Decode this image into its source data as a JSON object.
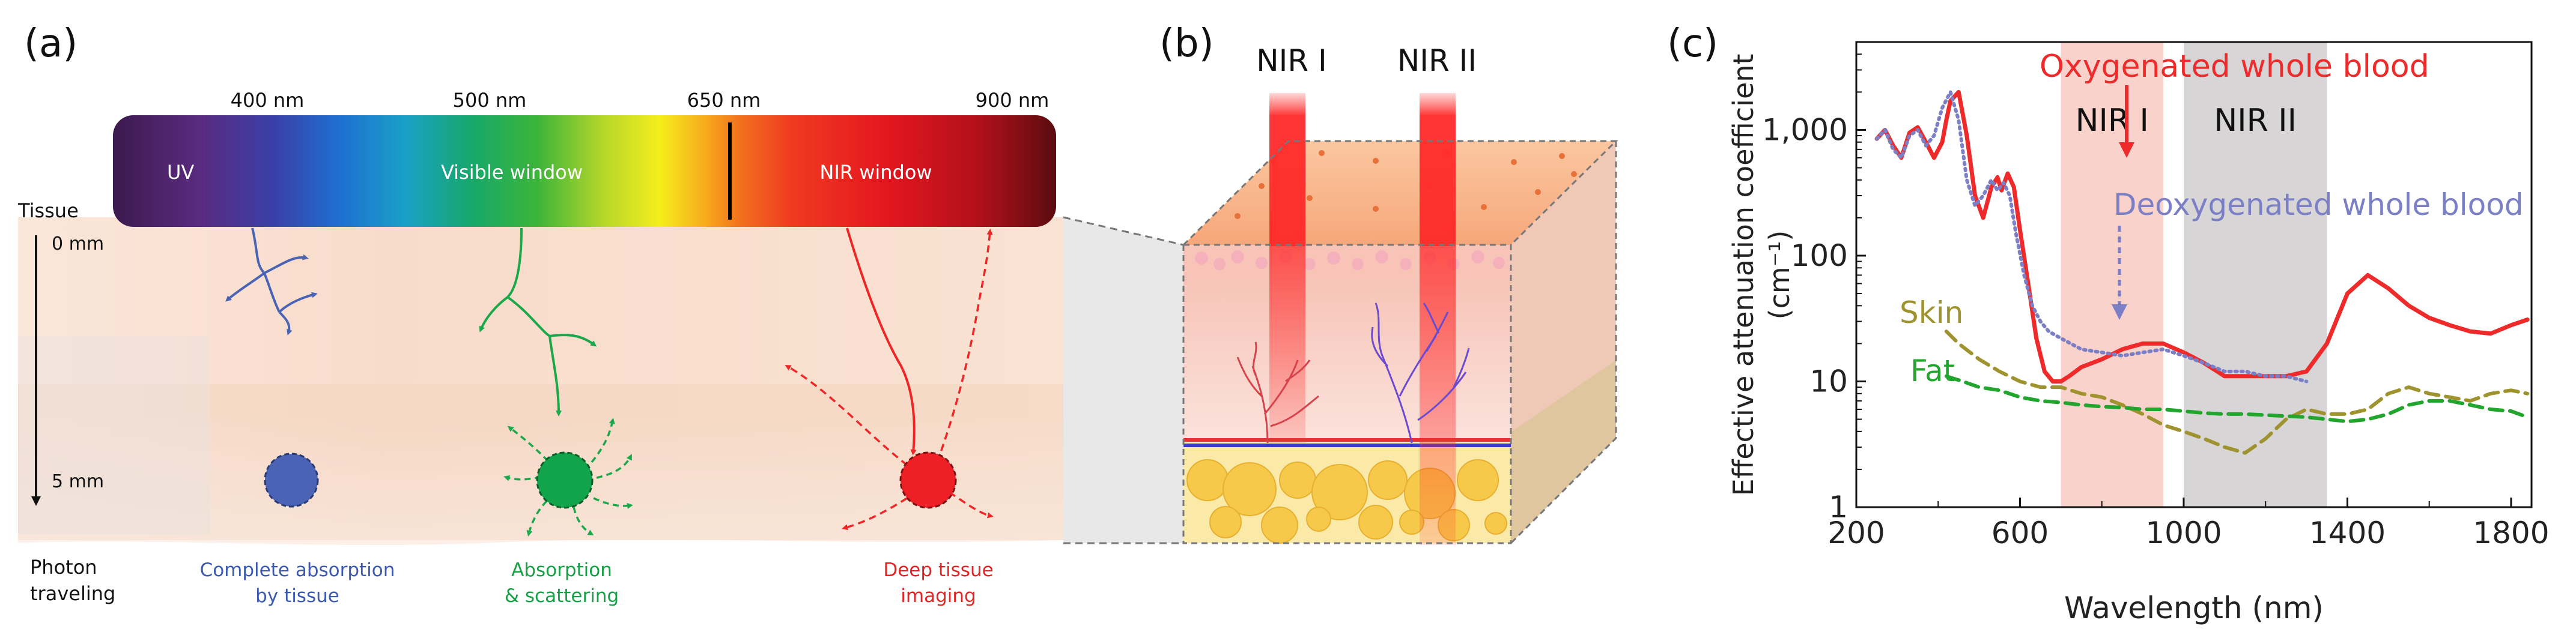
{
  "panel_a": {
    "label": "(a)",
    "wavelength_ticks": [
      "400 nm",
      "500 nm",
      "650 nm",
      "900 nm"
    ],
    "uv_label": "UV",
    "visible_label": "Visible window",
    "nir_label": "NIR window",
    "tissue_label": "Tissue",
    "depth_top": "0 mm",
    "depth_bottom": "5 mm",
    "photon_line1": "Photon",
    "photon_line2": "traveling",
    "cap_blue_1": "Complete absorption",
    "cap_blue_2": "by tissue",
    "cap_green_1": "Absorption",
    "cap_green_2": "& scattering",
    "cap_red_1": "Deep tissue",
    "cap_red_2": "imaging",
    "colors": {
      "blue": "#4a63b5",
      "green": "#1aa84a",
      "red": "#ee2626"
    }
  },
  "panel_b": {
    "label": "(b)",
    "beam1": "NIR I",
    "beam2": "NIR II"
  },
  "panel_c": {
    "label": "(c)",
    "ylabel_line1": "Effective attenuation coefficient",
    "ylabel_line2": "(cm⁻¹)",
    "xlabel": "Wavelength (nm)",
    "band1": "NIR I",
    "band2": "NIR II",
    "ann_oxy": "Oxygenated whole blood",
    "ann_deoxy": "Deoxygenated whole blood",
    "ann_skin": "Skin",
    "ann_fat": "Fat"
  },
  "chart_data": {
    "type": "line",
    "title": "",
    "xlabel": "Wavelength (nm)",
    "ylabel": "Effective attenuation coefficient (cm⁻¹)",
    "xlim": [
      200,
      1850
    ],
    "ylim": [
      1,
      5000
    ],
    "y_scale": "log",
    "x_ticks": [
      "200",
      "600",
      "1000",
      "1400",
      "1800"
    ],
    "y_ticks": [
      "1",
      "10",
      "100",
      "1,000"
    ],
    "bands": [
      {
        "name": "NIR I",
        "range": [
          700,
          950
        ],
        "color": "#f9d3cb"
      },
      {
        "name": "NIR II",
        "range": [
          1000,
          1350
        ],
        "color": "#d7d5d6"
      }
    ],
    "series": [
      {
        "name": "Oxygenated whole blood",
        "color": "#ee2a2a",
        "style": "solid",
        "x": [
          250,
          270,
          290,
          310,
          330,
          350,
          370,
          390,
          410,
          420,
          430,
          450,
          470,
          490,
          510,
          530,
          545,
          555,
          570,
          585,
          600,
          620,
          640,
          660,
          680,
          700,
          720,
          750,
          800,
          850,
          900,
          950,
          1000,
          1050,
          1100,
          1150,
          1200,
          1250,
          1300,
          1350,
          1400,
          1450,
          1500,
          1550,
          1600,
          1650,
          1700,
          1750,
          1800,
          1840
        ],
        "y": [
          850,
          1000,
          750,
          600,
          950,
          1050,
          800,
          600,
          800,
          1200,
          1700,
          2000,
          900,
          300,
          200,
          350,
          420,
          330,
          450,
          350,
          160,
          60,
          22,
          12,
          10,
          10,
          11,
          13,
          15,
          18,
          20,
          20,
          17,
          14,
          11,
          11,
          11,
          11,
          12,
          20,
          50,
          70,
          55,
          40,
          32,
          28,
          25,
          24,
          28,
          31
        ]
      },
      {
        "name": "Deoxygenated whole blood",
        "color": "#7b7fc5",
        "style": "dotted",
        "x": [
          250,
          270,
          290,
          310,
          330,
          350,
          370,
          390,
          410,
          430,
          450,
          470,
          490,
          510,
          530,
          545,
          560,
          575,
          590,
          610,
          630,
          650,
          670,
          700,
          750,
          800,
          850,
          900,
          950,
          1000,
          1050,
          1100,
          1150,
          1200,
          1250,
          1300
        ],
        "y": [
          850,
          1000,
          700,
          600,
          900,
          1000,
          750,
          900,
          1500,
          2000,
          1200,
          400,
          250,
          300,
          400,
          330,
          380,
          300,
          150,
          70,
          40,
          30,
          25,
          22,
          18,
          17,
          16,
          17,
          18,
          16,
          14,
          12,
          12,
          11,
          11,
          10
        ]
      },
      {
        "name": "Skin",
        "color": "#9f932f",
        "style": "dashed",
        "x": [
          420,
          450,
          500,
          550,
          600,
          650,
          700,
          750,
          800,
          850,
          900,
          950,
          1000,
          1050,
          1100,
          1150,
          1200,
          1250,
          1300,
          1350,
          1400,
          1450,
          1500,
          1550,
          1600,
          1650,
          1700,
          1750,
          1800,
          1840
        ],
        "y": [
          25,
          20,
          15,
          12,
          10,
          9,
          9,
          8,
          7.5,
          6.5,
          5.5,
          4.5,
          4,
          3.5,
          3,
          2.7,
          3.5,
          5,
          6,
          5.5,
          5.5,
          6,
          8,
          9,
          8,
          7.5,
          7,
          8,
          8.5,
          8
        ]
      },
      {
        "name": "Fat",
        "color": "#21a52c",
        "style": "dashed",
        "x": [
          420,
          460,
          500,
          550,
          600,
          650,
          700,
          750,
          800,
          850,
          900,
          950,
          1000,
          1050,
          1100,
          1150,
          1200,
          1250,
          1300,
          1350,
          1400,
          1450,
          1500,
          1550,
          1600,
          1650,
          1700,
          1750,
          1800,
          1840
        ],
        "y": [
          11,
          10,
          9,
          8.5,
          7.5,
          7,
          6.8,
          6.5,
          6.3,
          6.2,
          6,
          6,
          5.8,
          5.6,
          5.5,
          5.5,
          5.4,
          5.3,
          5.2,
          5,
          4.8,
          5,
          5.5,
          6.5,
          7,
          7,
          6.5,
          6,
          5.8,
          5.2
        ]
      }
    ]
  }
}
